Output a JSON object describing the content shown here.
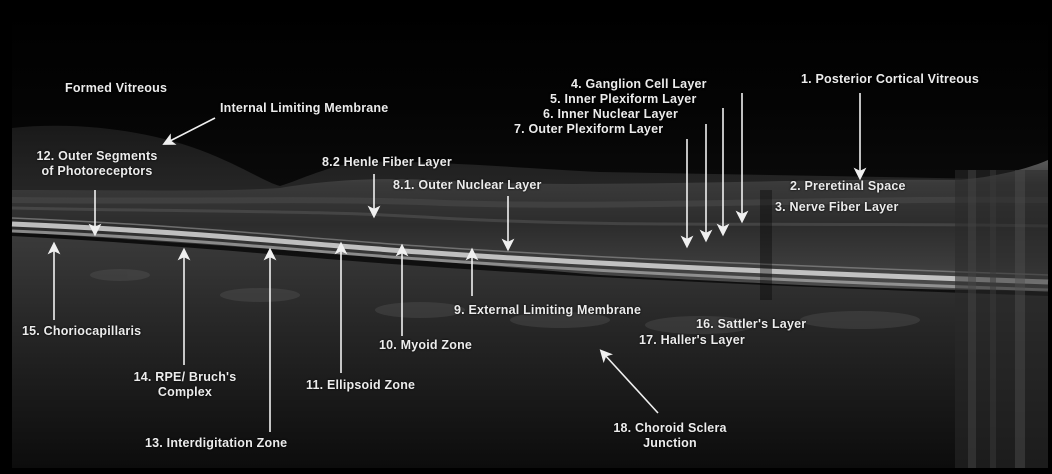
{
  "labels": {
    "formed_vitreous": "Formed Vitreous",
    "internal_limiting_membrane": "Internal Limiting Membrane",
    "outer_segments": "12. Outer Segments\nof Photoreceptors",
    "henle_fiber_layer": "8.2 Henle Fiber Layer",
    "outer_nuclear_layer": "8.1. Outer Nuclear Layer",
    "ganglion_cell_layer": "4. Ganglion Cell Layer",
    "inner_plexiform_layer": "5. Inner Plexiform Layer",
    "inner_nuclear_layer": "6. Inner Nuclear Layer",
    "outer_plexiform_layer": "7. Outer Plexiform Layer",
    "posterior_cortical_vitreous": "1. Posterior Cortical Vitreous",
    "preretinal_space": "2. Preretinal Space",
    "nerve_fiber_layer": "3. Nerve Fiber Layer",
    "external_limiting_membrane": "9. External Limiting Membrane",
    "sattlers_layer": "16. Sattler's Layer",
    "hallers_layer": "17. Haller's Layer",
    "choriocapillaris": "15. Choriocapillaris",
    "rpe_bruchs_complex": "14. RPE/ Bruch's\nComplex",
    "myoid_zone": "10. Myoid Zone",
    "ellipsoid_zone": "11. Ellipsoid Zone",
    "interdigitation_zone": "13. Interdigitation Zone",
    "choroid_sclera_junction": "18. Choroid Sclera\nJunction"
  }
}
